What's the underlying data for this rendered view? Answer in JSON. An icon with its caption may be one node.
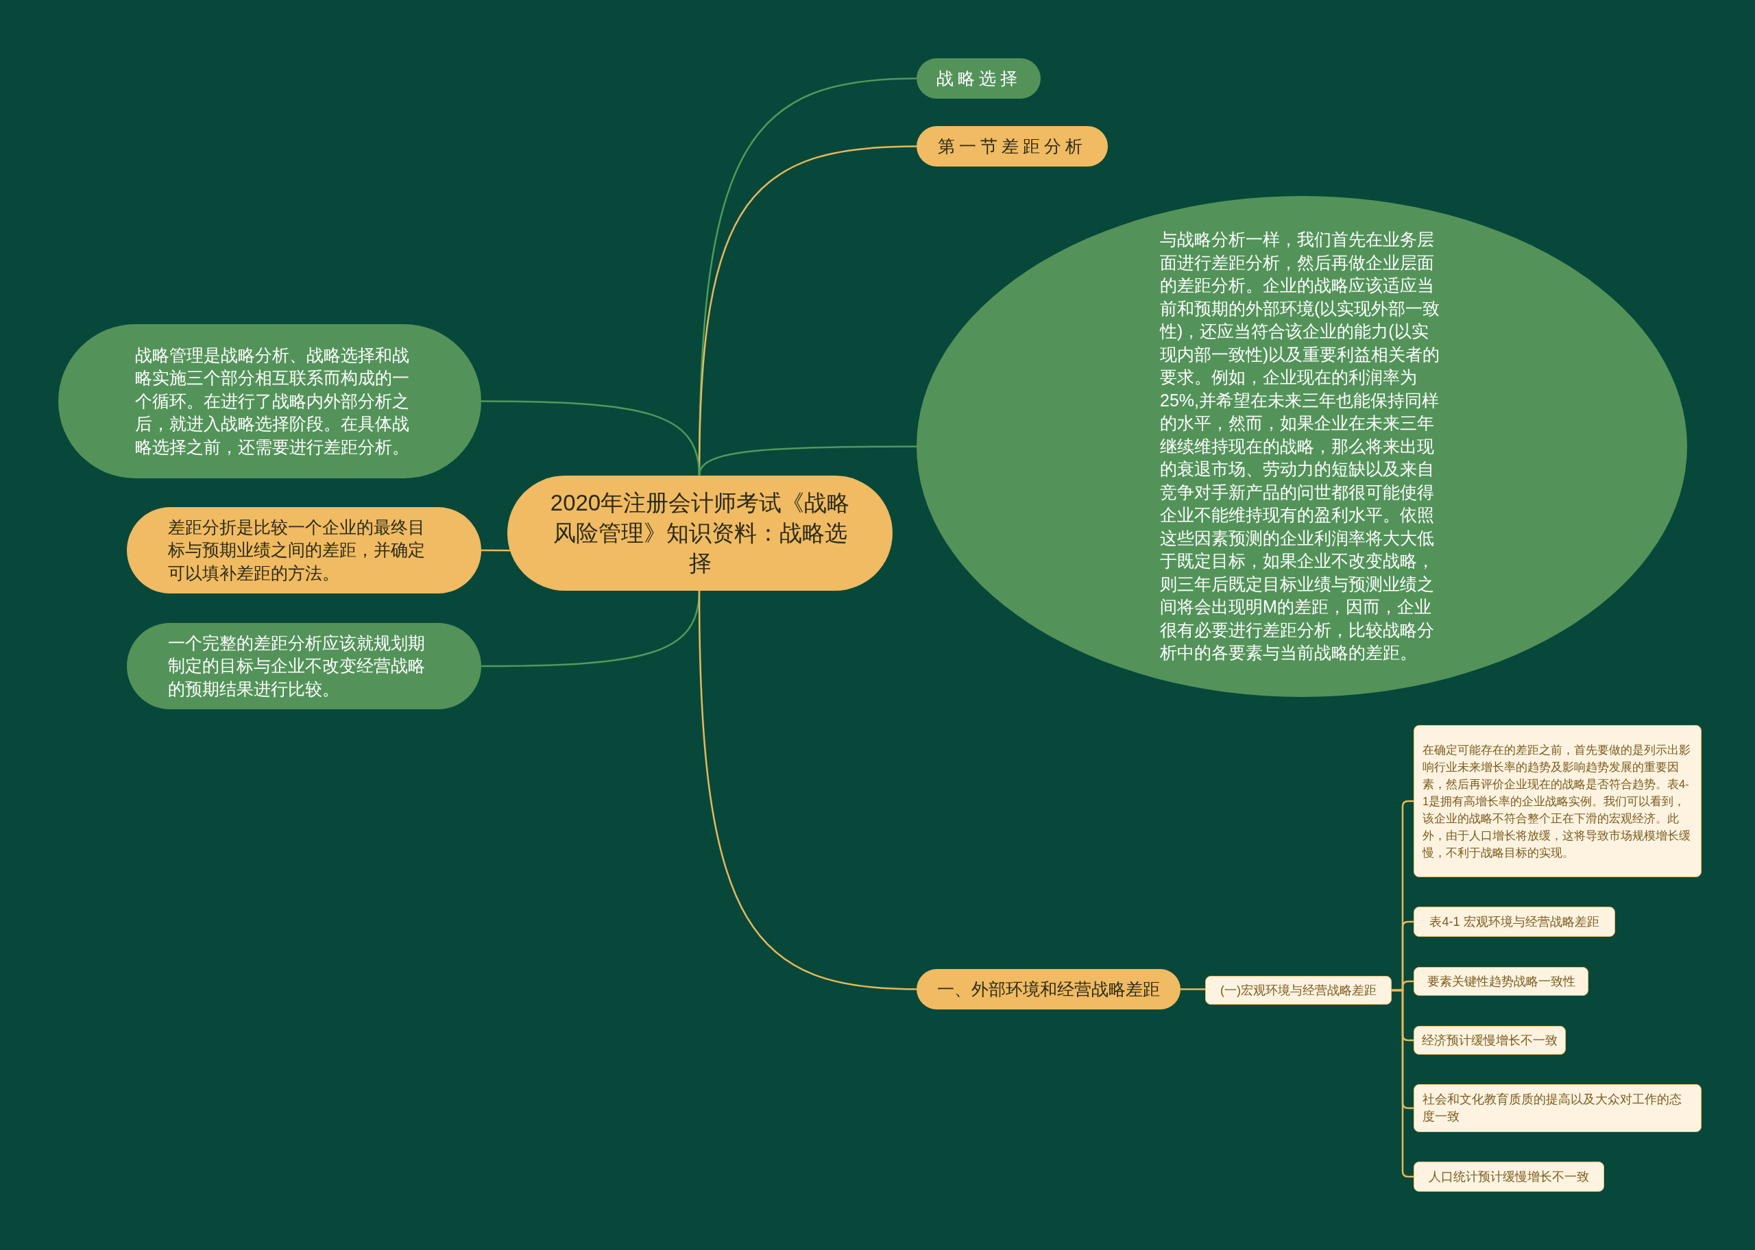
{
  "diagram": {
    "nodes": [
      {
        "text": [
          "2020年注册会计师考试《战略风险管理》知识资料：战略选择"
        ]
      },
      {
        "text": [
          "战略选择"
        ]
      },
      {
        "text": [
          "第一节差距分析"
        ]
      },
      {
        "text": [
          "与战略分析一样，我们首先在业务层面进行差距分析，然后再做企业层面的差距分析。企业的战略应该适应当前和预期的外部环境(以实现外部一致性)，还应当符合该企业的能力(以实现内部一致性)以及重要利益相关者的要求。例如，企业现在的利润率为25%,并希望在未来三年也能保持同样的水平，然而，如果企业在未来三年继续维持现在的战略，那么将来出现的衰退市场、劳动力的短缺以及来自竞争对手新产品的问世都很可能使得企业不能维持现有的盈利水平。依照这些因素预测的企业利润率将大大低于既定目标，如果企业不改变战略，则三年后既定目标业绩与预测业绩之间将会出现明M的差距，因而，企业很有必要进行差距分析，比较战略分析中的各要素与当前战略的差距。"
        ]
      },
      {
        "text": [
          "战略管理是战略分析、战略选择和战略实施三个部分相互联系而构成的一个循环。在进行了战略内外部分析之后，就进入战略选择阶段。在具体战略选择之前，还需要进行差距分析。"
        ]
      },
      {
        "text": [
          "差距分折是比较一个企业的最终目标与预期业绩之间的差距，并确定可以填补差距的方法。"
        ]
      },
      {
        "text": [
          "一个完整的差距分析应该就规划期制定的目标与企业不改变经营战略的预期结果进行比较。"
        ]
      },
      {
        "text": [
          "一、外部环境和经营战略差距"
        ]
      },
      {
        "text": [
          "(一)宏观环境与经营战略差距"
        ]
      },
      {
        "text": [
          "在确定可能存在的差距之前，首先要做的是列示出影响行业未来增长率的趋势及影响趋势发展的重要因素，然后再评价企业现在的战略是否符合趋势。表4-1是拥有高增长率的企业战略实例。我们可以看到，该企业的战略不符合整个正在下滑的宏观经济。此外，由于人口增长将放缓，这将导致市场规模增长缓慢，不利于战略目标的实现。"
        ]
      },
      {
        "text": [
          "表4-1 宏观环境与经营战略差距"
        ]
      },
      {
        "text": [
          "要素关键性趋势战略一致性"
        ]
      },
      {
        "text": [
          "经济预计缓慢增长不一致"
        ]
      },
      {
        "text": [
          "社会和文化教育质质的提高以及大众对工作的态度一致"
        ]
      },
      {
        "text": [
          "人口统计预计缓慢增长不一致"
        ]
      }
    ],
    "edges": [
      {
        "from": 0,
        "to": 1,
        "arrow": "none",
        "color": "#4f9a5b"
      },
      {
        "from": 0,
        "to": 2,
        "arrow": "none"
      },
      {
        "from": 0,
        "to": 3,
        "arrow": "none",
        "color": "#4f9a5b"
      },
      {
        "from": 0,
        "to": 4,
        "arrow": "none",
        "color": "#4f9a5b"
      },
      {
        "from": 0,
        "to": 5,
        "arrow": "none"
      },
      {
        "from": 0,
        "to": 6,
        "arrow": "none",
        "color": "#4f9a5b"
      },
      {
        "from": 0,
        "to": 7,
        "arrow": "none"
      },
      {
        "from": 7,
        "to": 8,
        "arrow": "none"
      },
      {
        "from": 8,
        "to": 9,
        "arrow": "none"
      },
      {
        "from": 8,
        "to": 10,
        "arrow": "none"
      },
      {
        "from": 8,
        "to": 11,
        "arrow": "none"
      },
      {
        "from": 8,
        "to": 12,
        "arrow": "none"
      },
      {
        "from": 8,
        "to": 13,
        "arrow": "none"
      },
      {
        "from": 8,
        "to": 14,
        "arrow": "none"
      }
    ]
  }
}
